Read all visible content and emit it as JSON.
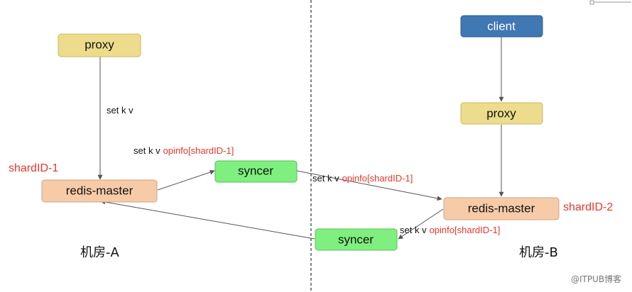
{
  "nodes": {
    "proxy_a": {
      "label": "proxy",
      "fill": "#ecdc8c"
    },
    "redis_master_a": {
      "label": "redis-master",
      "fill": "#f7cba8"
    },
    "syncer_a": {
      "label": "syncer",
      "fill": "#7ff07f"
    },
    "client": {
      "label": "client",
      "fill": "#3f78b3"
    },
    "proxy_b": {
      "label": "proxy",
      "fill": "#ecdc8c"
    },
    "redis_master_b": {
      "label": "redis-master",
      "fill": "#f7cba8"
    },
    "syncer_b": {
      "label": "syncer",
      "fill": "#7ff07f"
    }
  },
  "edges": {
    "proxy_a_to_redis_a": {
      "text": "set k v"
    },
    "redis_a_to_syncer_a": {
      "prefix": "set k v",
      "red": "opinfo[shardID-1]"
    },
    "syncer_a_to_redis_b": {
      "prefix": "set k v",
      "red": "opinfo[shardID-1]"
    },
    "redis_b_to_syncer_b": {
      "prefix": "set k v",
      "red": "opinfo[shardID-1]"
    }
  },
  "shards": {
    "a": "shardID-1",
    "b": "shardID-2"
  },
  "rooms": {
    "a": "机房-A",
    "b": "机房-B"
  },
  "watermark": "@ITPUB博客",
  "colors": {
    "accent_red": "#e3382c",
    "line": "#555555",
    "client_text": "#ffffff"
  }
}
